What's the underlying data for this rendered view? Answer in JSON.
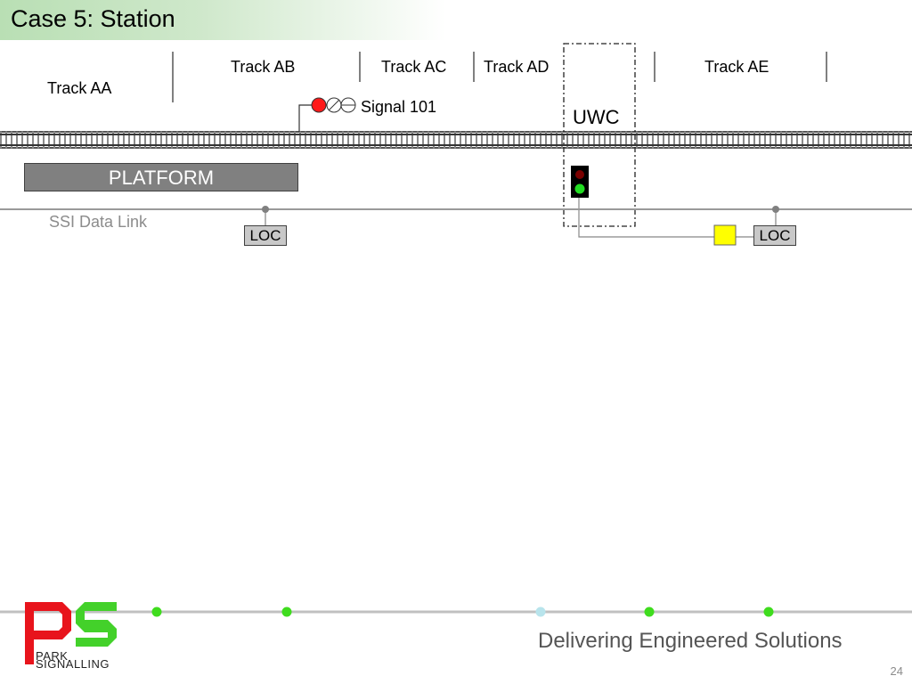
{
  "title": "Case 5: Station",
  "tracks": [
    "Track AA",
    "Track AB",
    "Track AC",
    "Track AD",
    "Track AE"
  ],
  "signal": {
    "label": "Signal 101"
  },
  "uwc": {
    "label": "UWC"
  },
  "platform": {
    "label": "PLATFORM"
  },
  "ssi": {
    "label": "SSI Data Link",
    "loc_label": "LOC"
  },
  "footer": {
    "tagline": "Delivering Engineered Solutions",
    "page": "24"
  },
  "logo": {
    "line1": "PARK",
    "line2": "SIGNALLING"
  },
  "colors": {
    "accent_green": "#3fdc1e",
    "signal_red": "#ff1a1a",
    "indicator_yellow": "#ffff00",
    "logo_red": "#e8141c",
    "logo_green": "#43d12a"
  }
}
